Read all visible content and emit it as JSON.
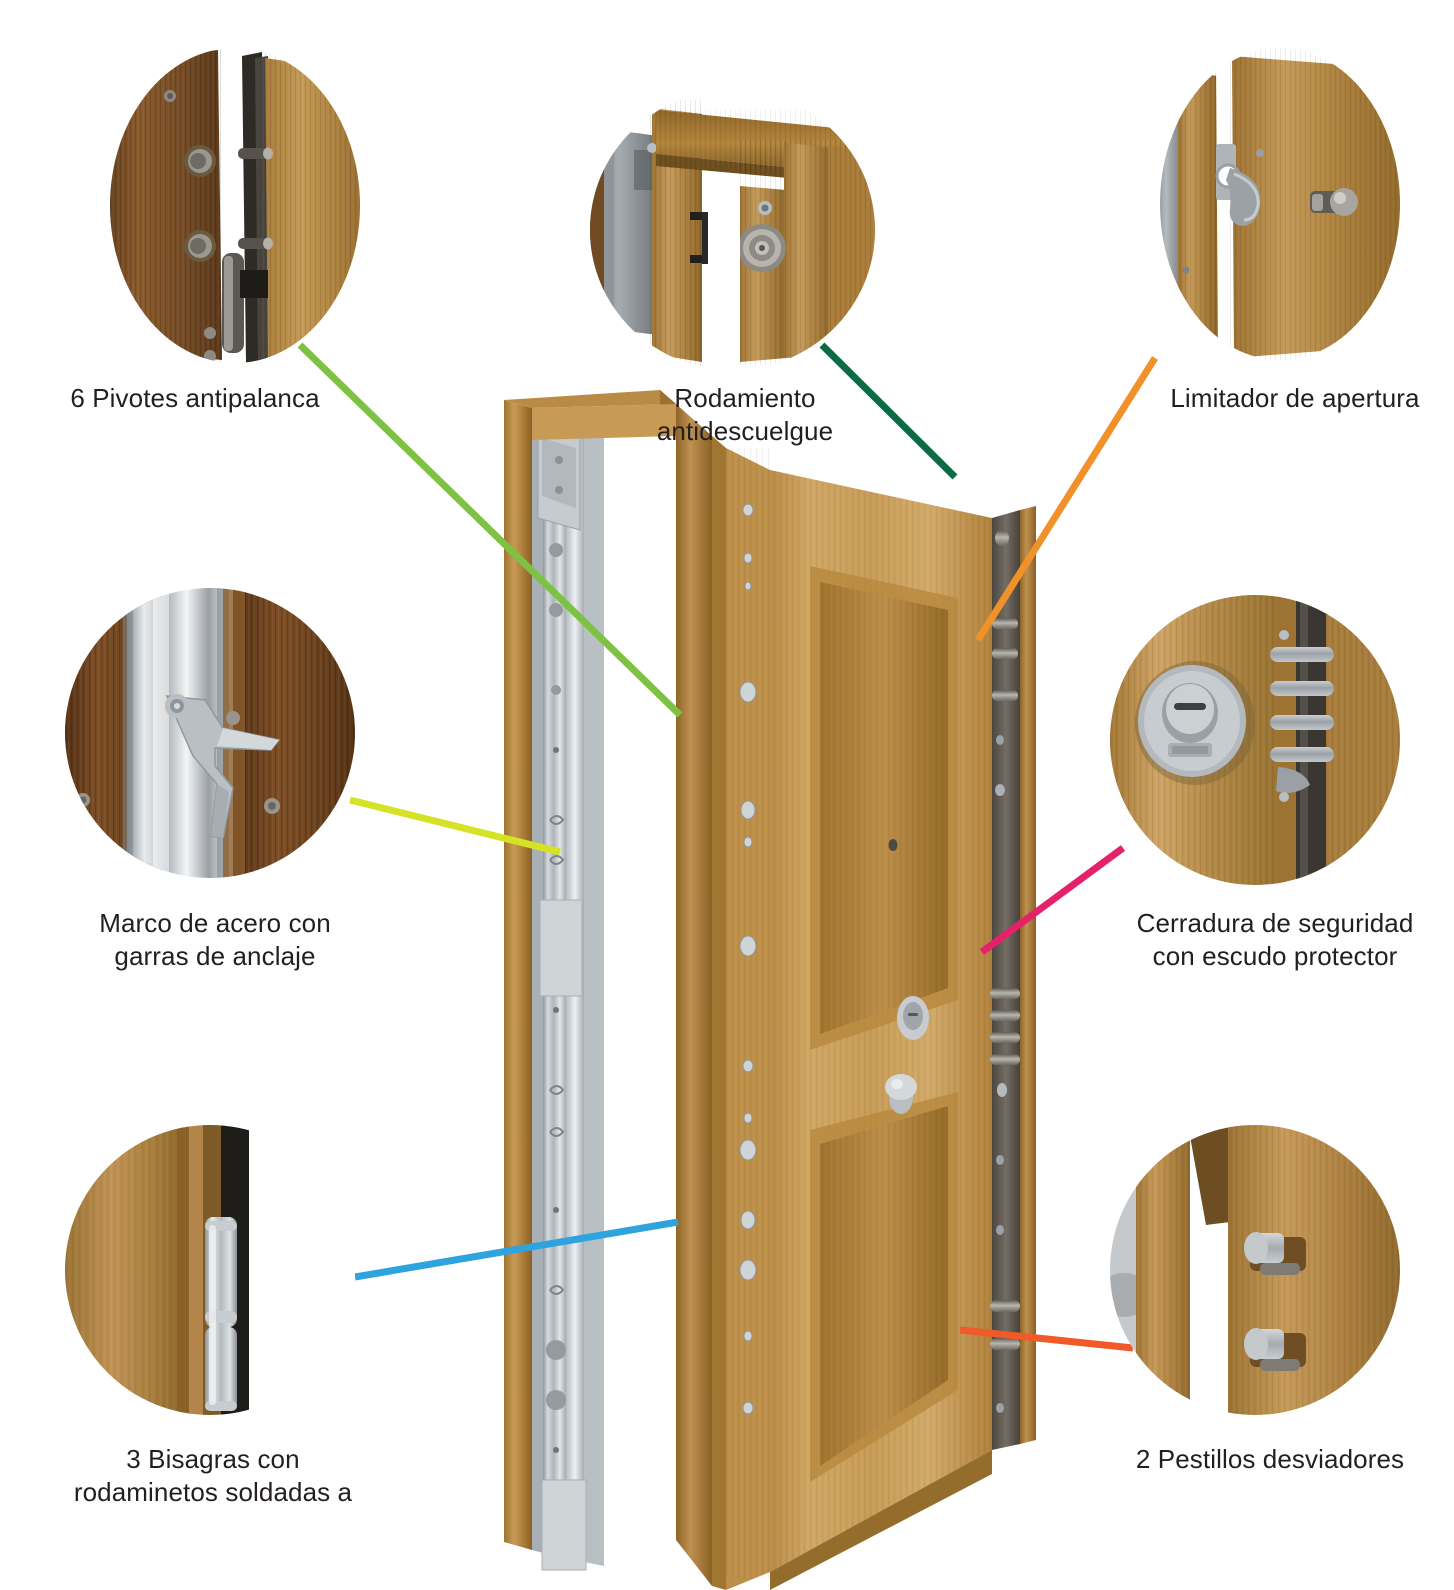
{
  "page": {
    "title": "Puerta acorazada - características de seguridad",
    "background": "#ffffff",
    "text_color": "#231f20"
  },
  "main_image": {
    "name": "security-door-cutaway",
    "description": "Puerta acorazada abierta con marco de acero, mostrando pivotes, bisagras, cerradura y pestillos"
  },
  "features": [
    {
      "id": "pivotes",
      "label": "6 Pivotes antipalanca",
      "line_color": "#7dc242",
      "photo": "pivotes-antipalanca-detail",
      "position": "top-left"
    },
    {
      "id": "rodamiento",
      "label": "Rodamiento\nantidescuelgue",
      "line_color": "#0b6b43",
      "photo": "rodamiento-antidescuelgue-detail",
      "position": "top-center"
    },
    {
      "id": "limitador",
      "label": "Limitador de apertura",
      "line_color": "#f1912a",
      "photo": "limitador-de-apertura-detail",
      "position": "top-right"
    },
    {
      "id": "marco",
      "label": "Marco de acero con\ngarras de anclaje",
      "line_color": "#d6e226",
      "photo": "marco-acero-garras-detail",
      "position": "middle-left"
    },
    {
      "id": "cerradura",
      "label": "Cerradura de seguridad\ncon escudo protector",
      "line_color": "#e5216b",
      "photo": "cerradura-seguridad-detail",
      "position": "middle-right"
    },
    {
      "id": "bisagras",
      "label": "3 Bisagras con\nrodaminetos soldadas a",
      "line_color": "#2fa3dd",
      "photo": "bisagras-rodamientos-detail",
      "position": "bottom-left"
    },
    {
      "id": "pestillos",
      "label": "2 Pestillos desviadores",
      "line_color": "#ef5a28",
      "photo": "pestillos-desviadores-detail",
      "position": "bottom-right"
    }
  ],
  "colors": {
    "green": "#7dc242",
    "dark_green": "#0b6b43",
    "orange": "#f1912a",
    "yellow": "#d6e226",
    "pink": "#e5216b",
    "blue": "#2fa3dd",
    "red_orange": "#ef5a28"
  }
}
